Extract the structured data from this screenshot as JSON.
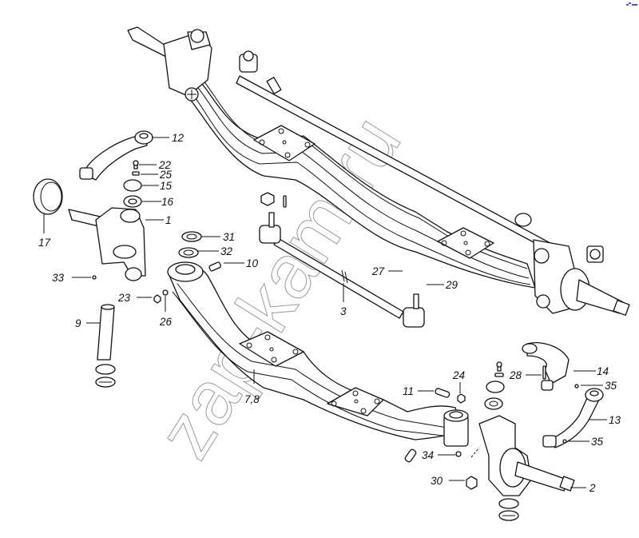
{
  "diagram": {
    "type": "exploded-parts-view",
    "subject": "front axle assembly",
    "watermark": "zap-kam.ru",
    "colors": {
      "line": "#111111",
      "background": "#ffffff",
      "watermark": "#9a9a9a",
      "corner_mark": "#4d4df5"
    },
    "callouts": [
      {
        "id": "c1",
        "label": "1"
      },
      {
        "id": "c2",
        "label": "2"
      },
      {
        "id": "c3",
        "label": "3"
      },
      {
        "id": "c78",
        "label": "7,8"
      },
      {
        "id": "c9",
        "label": "9"
      },
      {
        "id": "c10",
        "label": "10"
      },
      {
        "id": "c11",
        "label": "11"
      },
      {
        "id": "c12",
        "label": "12"
      },
      {
        "id": "c13",
        "label": "13"
      },
      {
        "id": "c14",
        "label": "14"
      },
      {
        "id": "c15",
        "label": "15"
      },
      {
        "id": "c16",
        "label": "16"
      },
      {
        "id": "c17",
        "label": "17"
      },
      {
        "id": "c22",
        "label": "22"
      },
      {
        "id": "c23",
        "label": "23"
      },
      {
        "id": "c24",
        "label": "24"
      },
      {
        "id": "c25",
        "label": "25"
      },
      {
        "id": "c26",
        "label": "26"
      },
      {
        "id": "c27",
        "label": "27"
      },
      {
        "id": "c28",
        "label": "28"
      },
      {
        "id": "c29",
        "label": "29"
      },
      {
        "id": "c30",
        "label": "30"
      },
      {
        "id": "c31",
        "label": "31"
      },
      {
        "id": "c32",
        "label": "32"
      },
      {
        "id": "c33",
        "label": "33"
      },
      {
        "id": "c34",
        "label": "34"
      },
      {
        "id": "c35a",
        "label": "35"
      },
      {
        "id": "c35b",
        "label": "35"
      }
    ]
  }
}
